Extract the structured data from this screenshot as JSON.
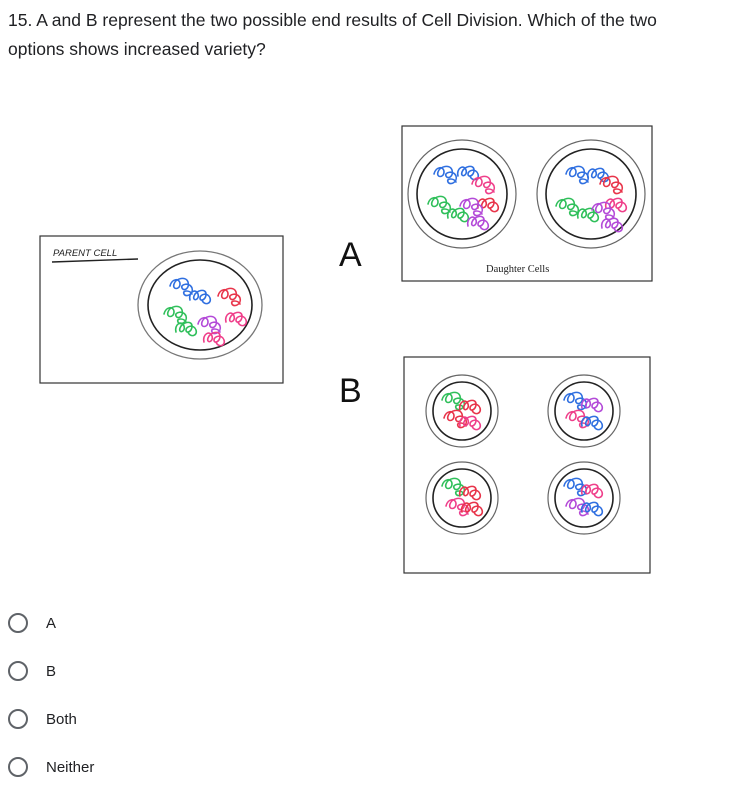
{
  "question": {
    "text": "15. A and B represent the two possible end results of Cell Division. Which of the two options shows increased variety?"
  },
  "figure": {
    "parent_cell_label": "PARENT CELL",
    "option_a_label": "A",
    "option_b_label": "B",
    "daughter_cells_label": "Daughter Cells",
    "chromosome_colors": {
      "blue": "#2f6fe0",
      "red": "#e8344a",
      "green": "#2fbf5a",
      "purple": "#b34ad8",
      "pink": "#ef3f8a"
    }
  },
  "choices": [
    {
      "label": "A",
      "selected": false
    },
    {
      "label": "B",
      "selected": false
    },
    {
      "label": "Both",
      "selected": false
    },
    {
      "label": "Neither",
      "selected": false
    }
  ]
}
